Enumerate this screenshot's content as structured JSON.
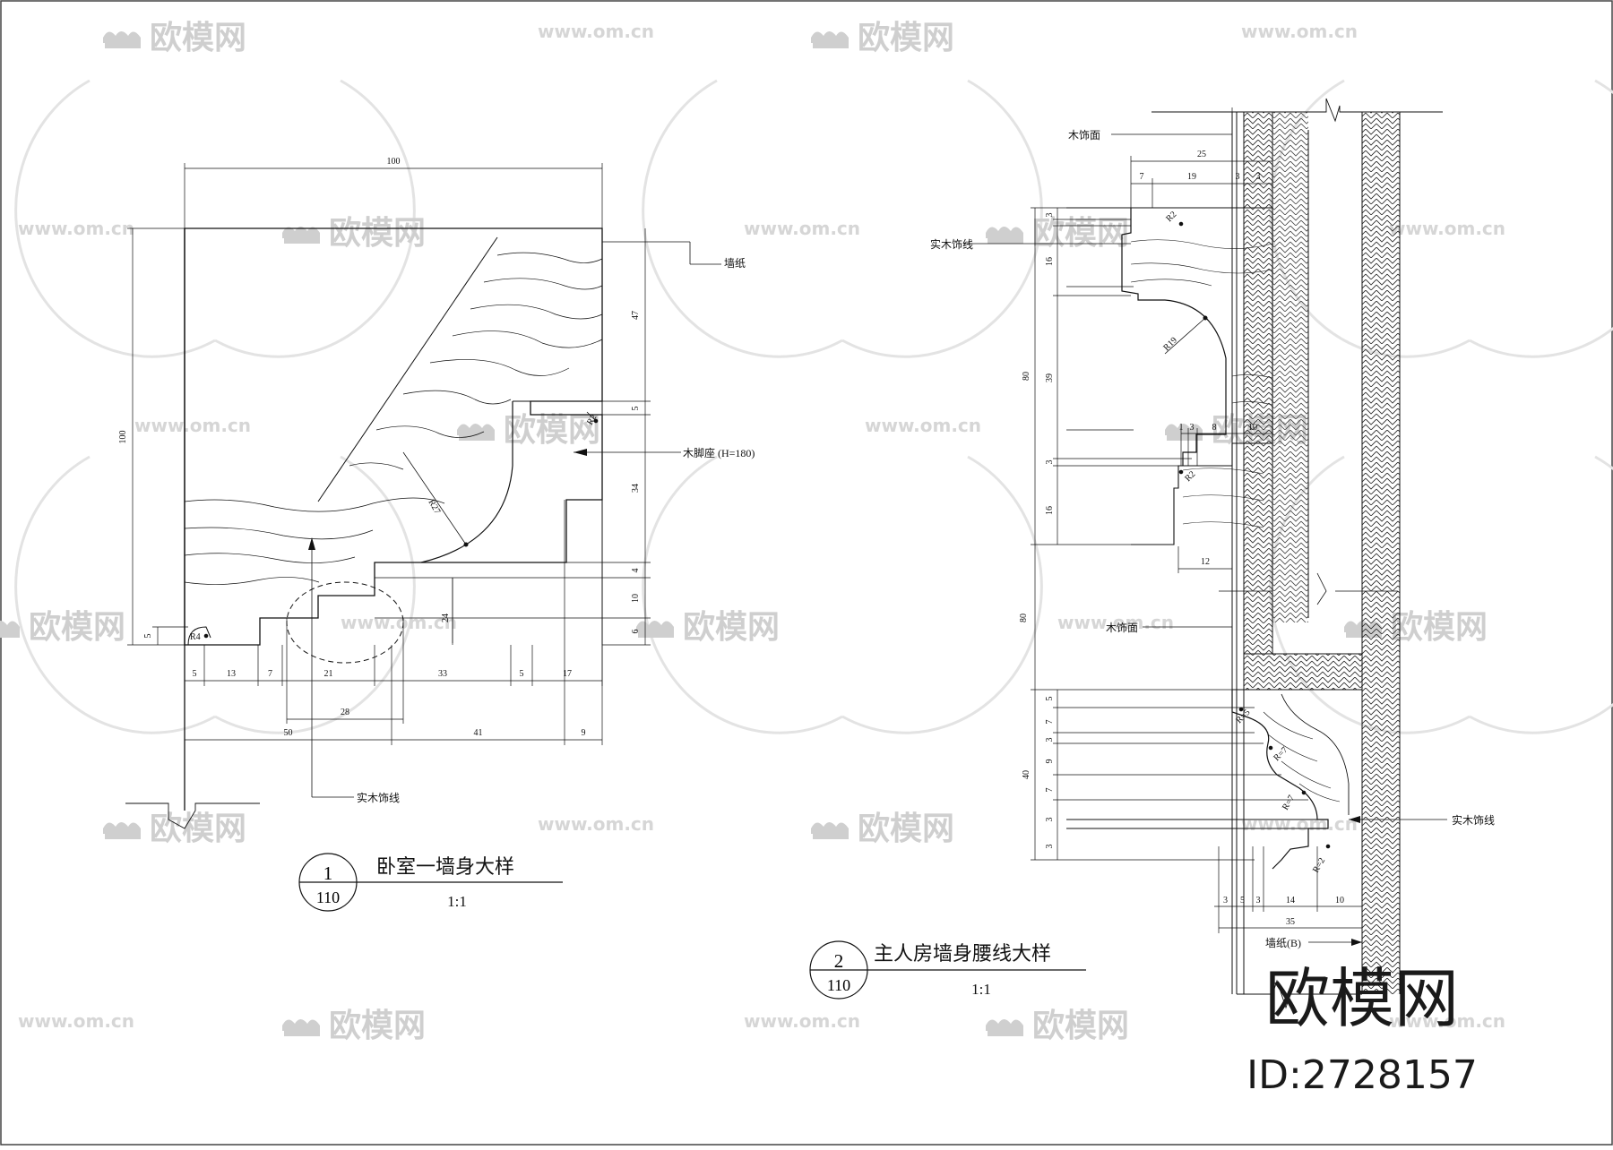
{
  "watermark": {
    "brand": "欧模网",
    "url": "www.om.cn"
  },
  "branding": {
    "logo": "欧模网",
    "id": "ID:2728157"
  },
  "detail1": {
    "number": "1",
    "sheet": "110",
    "title": "卧室一墙身大样",
    "scale": "1:1",
    "labels": {
      "wallpaper": "墙纸",
      "baseboard": "木脚座 (H=180)",
      "molding": "实木饰线"
    },
    "radii": {
      "r27": "R27",
      "r4": "R4",
      "r2": "R2"
    },
    "dims_top": "100",
    "dims_left": [
      "100",
      "5"
    ],
    "dims_right": [
      "47",
      "5",
      "34",
      "4",
      "10",
      "6"
    ],
    "dims_row1": [
      "5",
      "13",
      "7",
      "21",
      "33",
      "5",
      "17"
    ],
    "dims_row2": [
      "28"
    ],
    "dims_row3": [
      "50",
      "41",
      "9"
    ],
    "dims_mid": "24"
  },
  "detail2": {
    "number": "2",
    "sheet": "110",
    "title": "主人房墙身腰线大样",
    "scale": "1:1",
    "labels": {
      "wood_finish_top": "木饰面",
      "molding_top": "实木饰线",
      "wood_finish_mid": "木饰面",
      "molding_bottom": "实木饰线",
      "wallpaper_b": "墙纸(B)"
    },
    "radii": {
      "r19": "R19",
      "r2a": "R2",
      "r2b": "R2",
      "r5": "R=5",
      "r7a": "R=7",
      "r7b": "R=7",
      "r2c": "R=2"
    },
    "dims_top": [
      "25",
      "7",
      "19",
      "3",
      "3"
    ],
    "dims_left_upper": [
      "3",
      "16",
      "80",
      "39",
      "3",
      "16"
    ],
    "dims_mid": [
      "1",
      "3",
      "8",
      "10",
      "12"
    ],
    "dims_left_outer": "80",
    "dims_left_lower": [
      "5",
      "7",
      "3",
      "9",
      "7",
      "3",
      "40",
      "3"
    ],
    "dims_bottom": [
      "3",
      "5",
      "3",
      "14",
      "10",
      "35"
    ]
  }
}
